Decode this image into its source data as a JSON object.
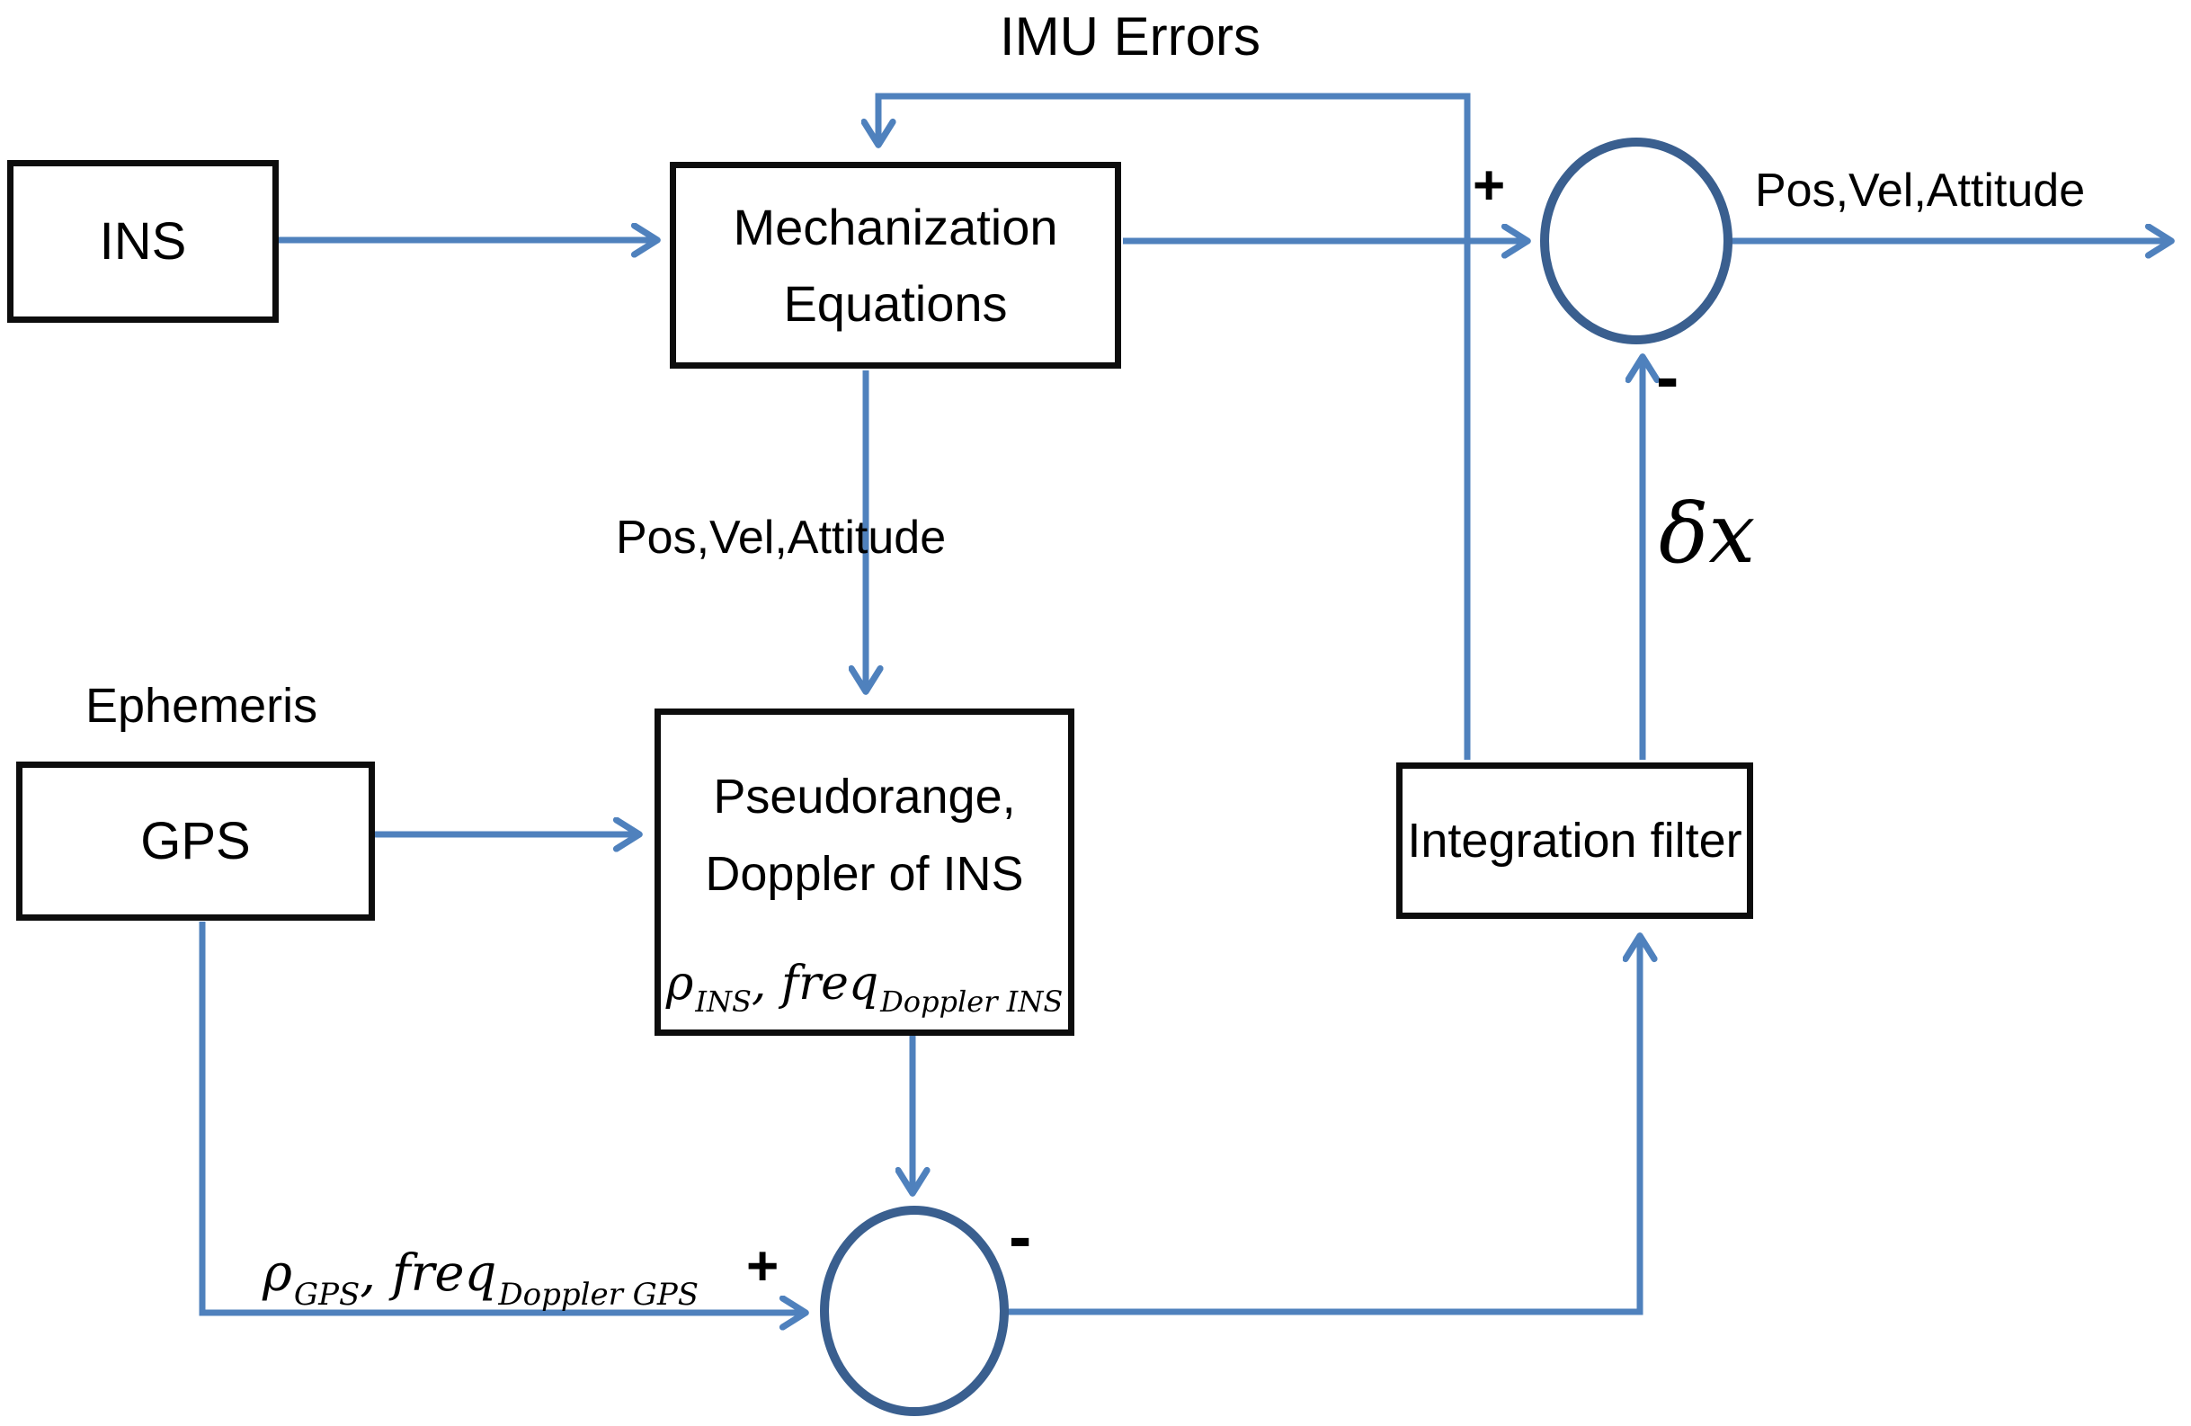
{
  "diagram": {
    "colors": {
      "connector_blue": "#4f81bd",
      "sum_circle_blue": "#3a5f8f",
      "box_border": "#0d0d0d",
      "text": "#000000",
      "background": "#ffffff"
    },
    "boxes": {
      "ins": {
        "label": "INS"
      },
      "mechanization": {
        "line1": "Mechanization",
        "line2": "Equations"
      },
      "gps": {
        "label": "GPS"
      },
      "pseudorange": {
        "line1": "Pseudorange,",
        "line2": "Doppler of INS"
      },
      "integration": {
        "label": "Integration filter"
      }
    },
    "labels": {
      "imu_errors": "IMU Errors",
      "pos_vel_attitude_output": "Pos,Vel,Attitude",
      "pos_vel_attitude_mid": "Pos,Vel,Attitude",
      "ephemeris": "Ephemeris",
      "delta_x": "δx",
      "plus_top": "+",
      "minus_top": "-",
      "plus_bottom": "+",
      "minus_bottom": "-"
    },
    "math_ins": {
      "rho": "ρ",
      "rho_sub": "INS",
      "sep": ", ",
      "freq": "freq",
      "freq_sub": "Doppler INS"
    },
    "math_gps": {
      "rho": "ρ",
      "rho_sub": "GPS",
      "sep": ", ",
      "freq": "freq",
      "freq_sub": "Doppler GPS"
    }
  }
}
